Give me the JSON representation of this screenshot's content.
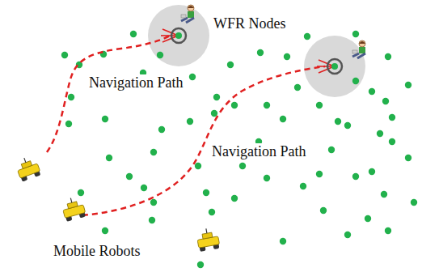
{
  "diagram": {
    "labels": [
      "WFR Nodes",
      "Navigation Path",
      "Navigation Path",
      "Mobile Robots"
    ]
  }
}
